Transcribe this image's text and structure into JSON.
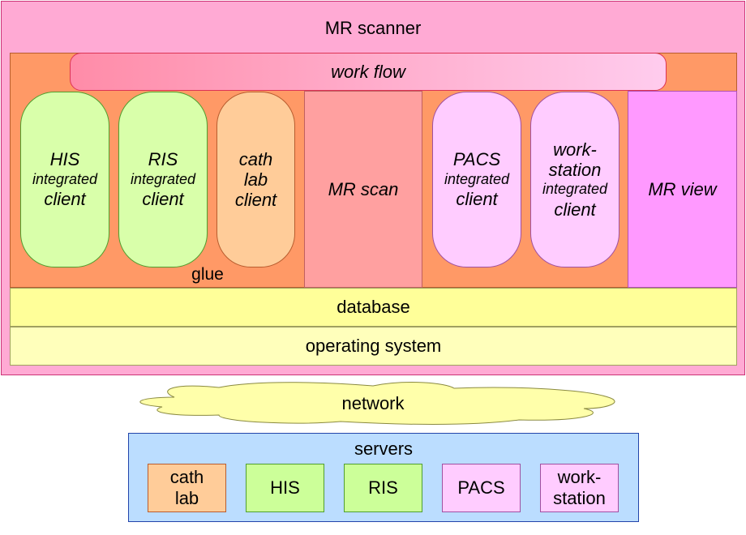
{
  "scanner": {
    "title": "MR scanner"
  },
  "workflow": {
    "label": "work flow"
  },
  "clients": [
    {
      "name": "HIS",
      "qualifier": "integrated",
      "suffix": "client"
    },
    {
      "name": "RIS",
      "qualifier": "integrated",
      "suffix": "client"
    },
    {
      "line1": "cath",
      "line2": "lab",
      "line3": "client"
    },
    {
      "name": "PACS",
      "qualifier": "integrated",
      "suffix": "client"
    },
    {
      "line1": "work-",
      "line2": "station",
      "qualifier": "integrated",
      "suffix": "client"
    }
  ],
  "mr_scan": {
    "label": "MR scan"
  },
  "mr_view": {
    "label": "MR view"
  },
  "glue": {
    "label": "glue"
  },
  "database": {
    "label": "database"
  },
  "os": {
    "label": "operating system"
  },
  "network": {
    "label": "network"
  },
  "servers": {
    "title": "servers",
    "items": [
      {
        "line1": "cath",
        "line2": "lab"
      },
      {
        "line1": "HIS"
      },
      {
        "line1": "RIS"
      },
      {
        "line1": "PACS"
      },
      {
        "line1": "work-",
        "line2": "station"
      }
    ]
  },
  "colors": {
    "scanner": "#ffaad4",
    "glue": "#ff9966",
    "integrated_client": "#d9ffaa",
    "cath_lab": "#ffcc99",
    "pacs_workstation": "#ffccff",
    "mr_scan": "#ffa0a0",
    "mr_view": "#ff99ff",
    "database": "#ffff99",
    "operating_system": "#ffffbb",
    "network": "#ffffaa",
    "servers": "#bbddff"
  }
}
